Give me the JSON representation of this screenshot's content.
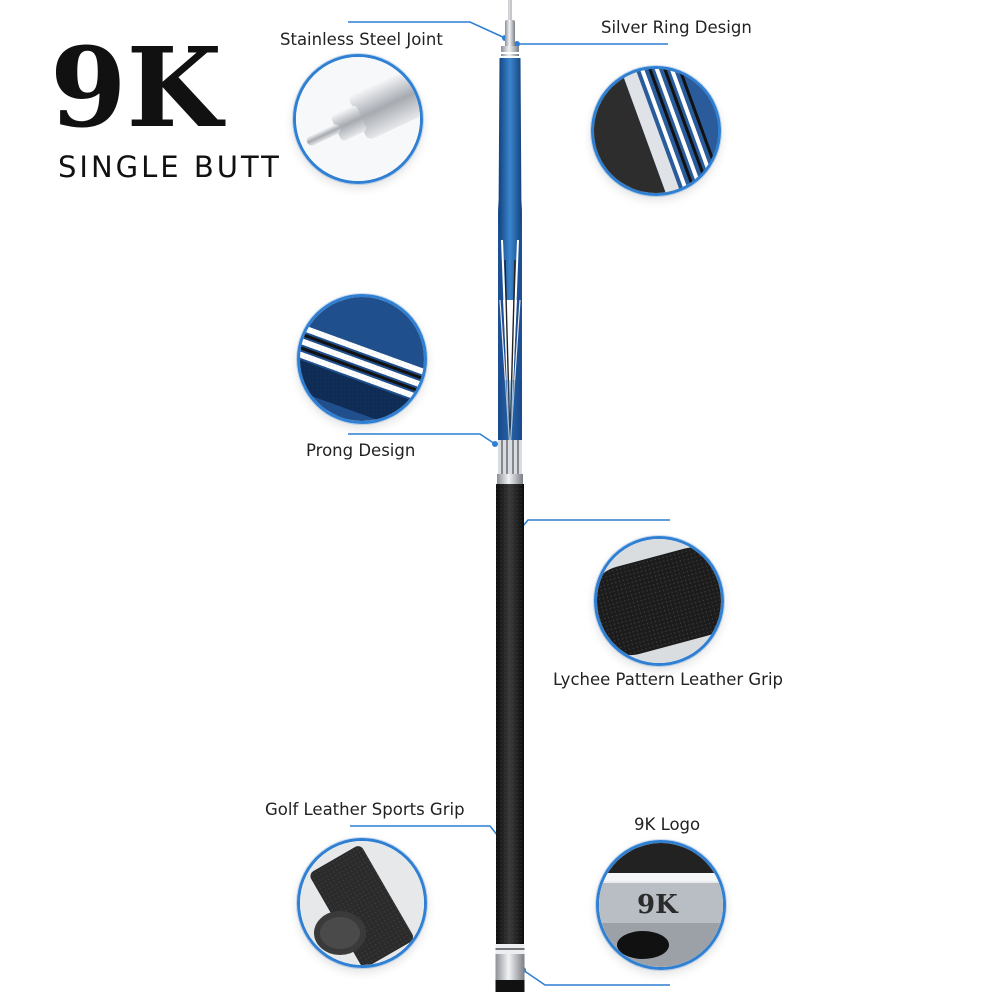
{
  "brand": {
    "logo_text": "9K",
    "subtitle": "SINGLE BUTT"
  },
  "features": {
    "joint": "Stainless Steel Joint",
    "ring": "Silver Ring Design",
    "prong": "Prong Design",
    "grip": "Lychee Pattern Leather Grip",
    "golf": "Golf Leather Sports Grip",
    "logo": "9K Logo"
  },
  "colors": {
    "accent": "#2f7fd3",
    "cue_blue": "#1f5fa8",
    "leather": "#1e1e1e",
    "metal": "#c9ccd1"
  }
}
